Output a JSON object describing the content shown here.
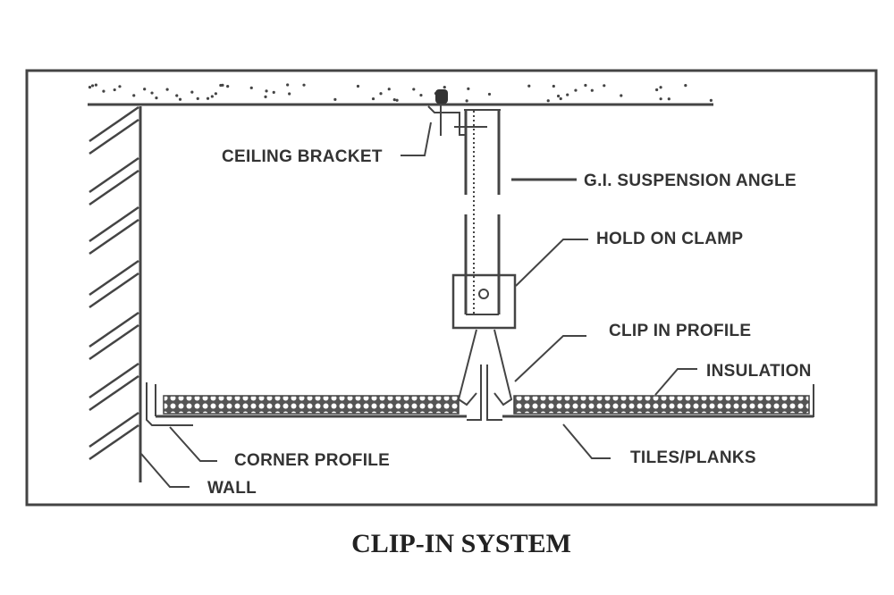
{
  "diagram": {
    "title": "CLIP-IN SYSTEM",
    "labels": {
      "ceiling_bracket": "CEILING BRACKET",
      "suspension_angle": "G.I. SUSPENSION ANGLE",
      "hold_on_clamp": "HOLD ON CLAMP",
      "clip_in_profile": "CLIP IN PROFILE",
      "insulation": "INSULATION",
      "tiles_planks": "TILES/PLANKS",
      "corner_profile": "CORNER PROFILE",
      "wall": "WALL"
    },
    "colors": {
      "line": "#444444",
      "text": "#333333",
      "background": "#ffffff"
    }
  }
}
